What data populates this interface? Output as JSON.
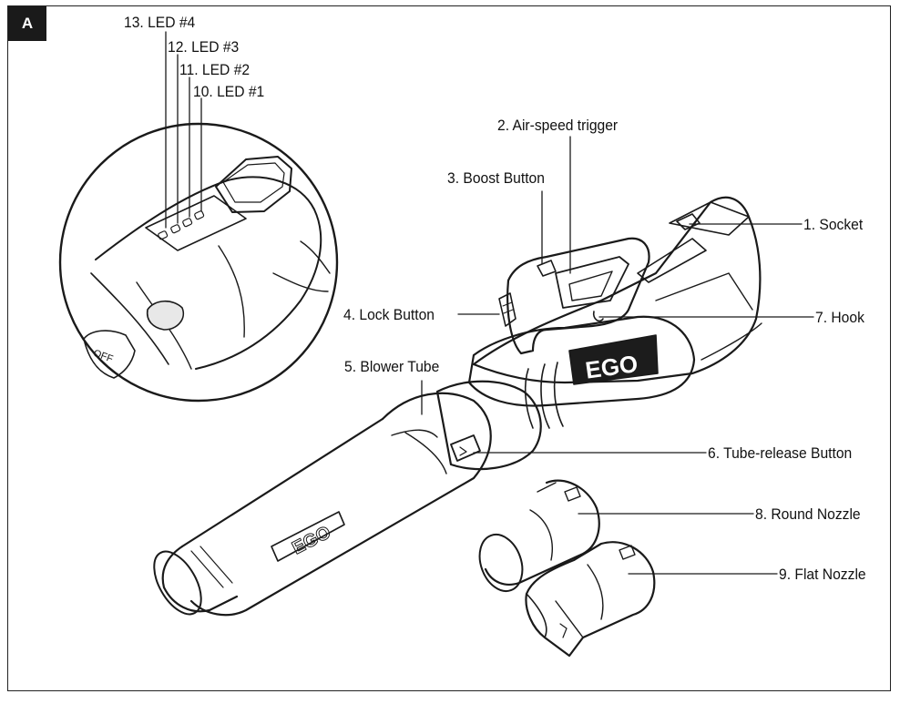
{
  "figure": {
    "badge": "A",
    "logo_text": "EGO"
  },
  "labels": {
    "socket": "1. Socket",
    "air_speed_trigger": "2. Air-speed trigger",
    "boost_button": "3. Boost Button",
    "lock_button": "4. Lock Button",
    "blower_tube": "5. Blower Tube",
    "tube_release_button": "6. Tube-release Button",
    "hook": "7. Hook",
    "round_nozzle": "8. Round Nozzle",
    "flat_nozzle": "9. Flat Nozzle",
    "led_1": "10. LED #1",
    "led_2": "11. LED #2",
    "led_3": "12. LED #3",
    "led_4": "13. LED #4"
  }
}
